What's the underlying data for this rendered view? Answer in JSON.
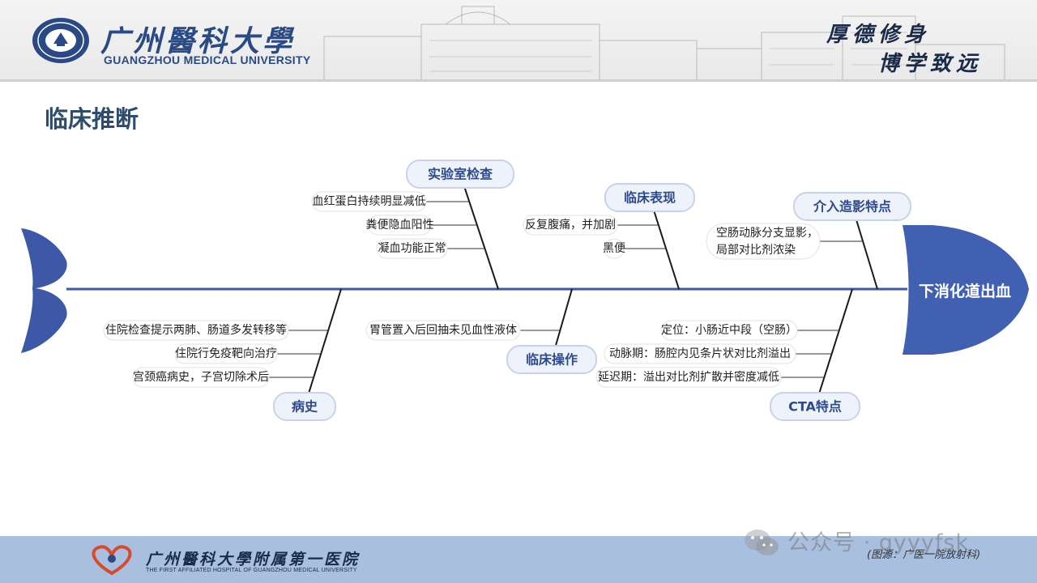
{
  "header": {
    "university_cn": "广州醫科大學",
    "university_en": "GUANGZHOU MEDICAL UNIVERSITY",
    "motto_line1": "厚德修身",
    "motto_line2": "博学致远"
  },
  "page_title": "临床推断",
  "diagram": {
    "head_label": "下消化道出血",
    "categories": [
      {
        "label": "实验室检查",
        "items": [
          "血红蛋白持续明显减低",
          "粪便隐血阳性",
          "凝血功能正常"
        ]
      },
      {
        "label": "临床表现",
        "items": [
          "反复腹痛，并加剧",
          "黑便"
        ]
      },
      {
        "label": "介入造影特点",
        "items": [
          "空肠动脉分支显影，\n局部对比剂浓染"
        ]
      },
      {
        "label": "病史",
        "items": [
          "住院检查提示两肺、肠道多发转移等",
          "住院行免疫靶向治疗",
          "宫颈癌病史，子宫切除术后"
        ]
      },
      {
        "label": "临床操作",
        "items": [
          "胃管置入后回抽未见血性液体"
        ]
      },
      {
        "label": "CTA特点",
        "items": [
          "定位：小肠近中段（空肠）",
          "动脉期：肠腔内见条片状对比剂溢出",
          "延迟期：溢出对比剂扩散并密度减低"
        ]
      }
    ],
    "colors": {
      "spine": "#3d58a6",
      "head": "#4160b2",
      "box_border": "#c8d3ea",
      "box_fill": "#f4f6fb",
      "bone": "#1a1a1a"
    }
  },
  "footer": {
    "hospital_cn": "广州醫科大學附属第一医院",
    "hospital_en": "THE FIRST AFFILIATED HOSPITAL OF GUANGZHOU MEDICAL UNIVERSITY",
    "watermark": "公众号 · gyyyfsk",
    "source": "(图源：广医一院放射科)"
  }
}
